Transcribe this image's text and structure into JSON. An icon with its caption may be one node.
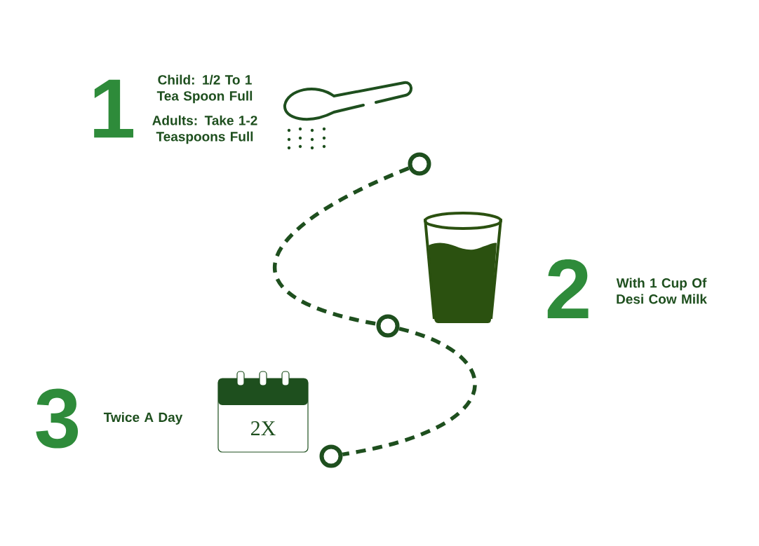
{
  "diagram": {
    "nodes": [
      {
        "text": [],
        "shape": "circle"
      },
      {
        "text": [],
        "shape": "circle"
      },
      {
        "text": [],
        "shape": "circle"
      }
    ],
    "edges": [
      {
        "from": 0,
        "to": 1,
        "arrow": "none",
        "style": "dashed"
      },
      {
        "from": 1,
        "to": 2,
        "arrow": "none",
        "style": "dashed"
      }
    ],
    "labels": [
      "1",
      "Child: 1/2 To 1 Tea Spoon Full",
      "Adults: Take 1-2 Teaspoons Full",
      "2",
      "With 1 Cup Of Desi Cow Milk",
      "3",
      "Twice A Day",
      "2X"
    ]
  }
}
